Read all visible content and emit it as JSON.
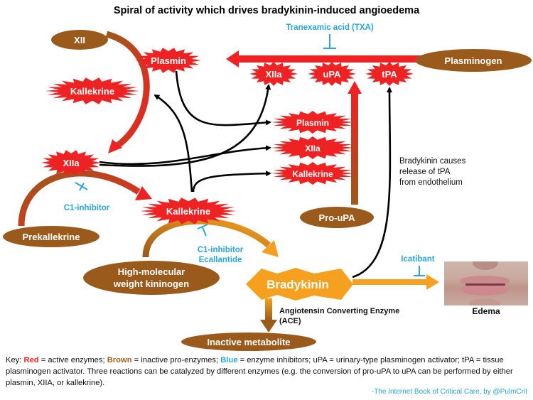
{
  "title": "Spiral of activity which drives bradykinin-induced angioedema",
  "nodes": {
    "xii": "XII",
    "plasmin_top": "Plasmin",
    "kallekrine_top": "Kallekrine",
    "xiia_top": "XIIa",
    "upa": "uPA",
    "tpa": "tPA",
    "plasminogen": "Plasminogen",
    "plasmin_mid": "Plasmin",
    "xiia_mid": "XIIa",
    "kallekrine_mid": "Kallekrine",
    "xiia_left": "XIIa",
    "kallekrine_center": "Kallekrine",
    "prekallekrine": "Prekallekrine",
    "pro_upa": "Pro-uPA",
    "hmwk_line1": "High-molecular",
    "hmwk_line2": "weight kininogen",
    "bradykinin": "Bradykinin",
    "inactive_metabolite": "Inactive metabolite",
    "edema": "Edema"
  },
  "inhibitors": {
    "txa": "Tranexamic acid (TXA)",
    "c1_left": "C1-inhibitor",
    "c1_center_line1": "C1-inhibitor",
    "c1_center_line2": "Ecallantide",
    "icatibant": "Icatibant"
  },
  "notes": {
    "tpa_release_line1": "Bradykinin causes",
    "tpa_release_line2": "release of tPA",
    "tpa_release_line3": "from endothelium",
    "ace_line1": "Angiotensin Converting Enzyme",
    "ace_line2": "(ACE)"
  },
  "key": {
    "prefix": "Key:",
    "red_word": "Red",
    "red_text": "= active enzymes;",
    "brown_word": "Brown",
    "brown_text": "= inactive pro-enzymes;",
    "blue_word": "Blue",
    "blue_text": "= enzyme inhibitors; uPA = urinary-type plasminogen activator; tPA = tissue plasminogen activator.  Three reactions can be catalyzed by different enzymes (e.g.  the conversion of pro-uPA to uPA can be performed by either plasmin, XIIA, or kallekrine)."
  },
  "credit": "-The Internet Book of Critical Care, by @PulmCrit",
  "colors": {
    "active": "#ee2222",
    "proenzyme": "#9a5a1c",
    "inhibitor": "#2aa5d6",
    "bradykinin": "#f5a01f"
  }
}
